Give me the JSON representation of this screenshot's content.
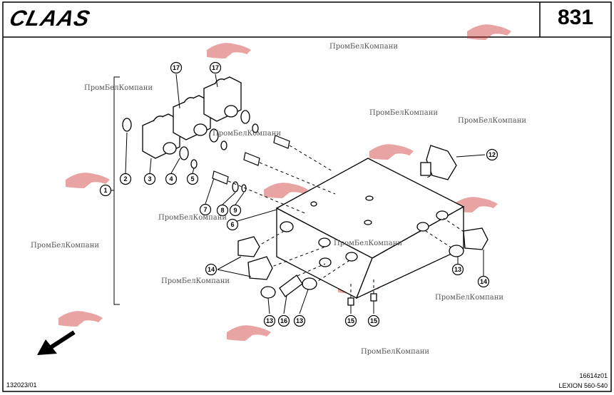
{
  "header": {
    "logo_text": "CLAAS",
    "page_number": "831"
  },
  "footer": {
    "drawing_code": "132023/01",
    "ref_code": "16614z01",
    "model": "LEXION 560-540"
  },
  "watermark": "ПромБелКомпани",
  "callouts": [
    "1",
    "2",
    "3",
    "4",
    "5",
    "6",
    "7",
    "8",
    "9",
    "12",
    "13",
    "14",
    "15",
    "16",
    "17"
  ],
  "icons": {
    "direction_arrow": "arrow-down-left-icon",
    "watermark_logo": "panther-logo-icon"
  }
}
